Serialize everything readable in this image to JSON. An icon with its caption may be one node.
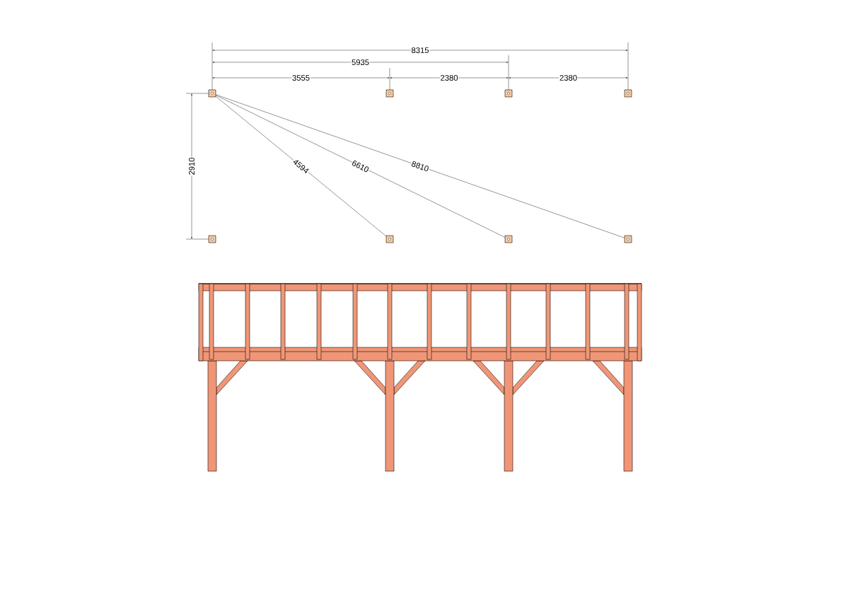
{
  "diagram": {
    "labels": [
      "8315",
      "5935",
      "3555",
      "2380",
      "2380",
      "2910",
      "4594",
      "6610",
      "8810"
    ]
  }
}
